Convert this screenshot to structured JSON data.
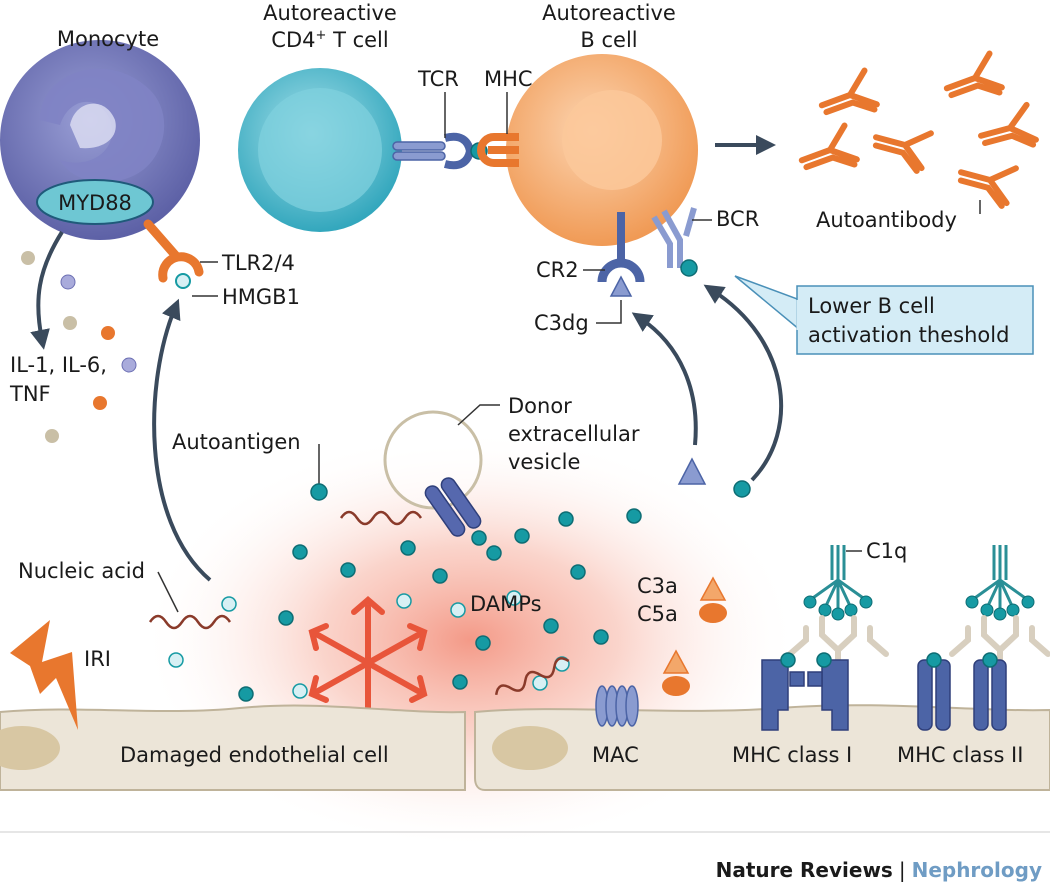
{
  "figure": {
    "cells": {
      "monocyte": "Monocyte",
      "t_cell_line1": "Autoreactive",
      "t_cell_line2": "CD4",
      "t_cell_sup": "+",
      "t_cell_line2_rest": " T cell",
      "b_cell_line1": "Autoreactive",
      "b_cell_line2": "B cell",
      "myd88": "MYD88"
    },
    "receptors": {
      "tcr": "TCR",
      "mhc": "MHC",
      "bcr": "BCR",
      "cr2": "CR2",
      "c3dg": "C3dg",
      "tlr": "TLR2/4",
      "hmgb1": "HMGB1"
    },
    "cytokines": {
      "line1": "IL-1, IL-6,",
      "line2": "TNF"
    },
    "autoantibody": "Autoantibody",
    "callout": {
      "line1": "Lower B cell",
      "line2": "activation theshold"
    },
    "lower": {
      "autoantigen": "Autoantigen",
      "donor_line1": "Donor",
      "donor_line2": "extracellular",
      "donor_line3": "vesicle",
      "nucleic_acid": "Nucleic acid",
      "damps": "DAMPs",
      "c3a": "C3a",
      "c5a": "C5a",
      "c1q": "C1q",
      "iri": "IRI",
      "damaged_cell": "Damaged endothelial cell",
      "mac": "MAC",
      "mhc1": "MHC class I",
      "mhc2": "MHC class II"
    },
    "footer": {
      "journal": "Nature Reviews",
      "separator": "|",
      "section": "Nephrology"
    },
    "colors": {
      "monocyte": "#6c6fb3",
      "t_cell": "#3cb1c6",
      "b_cell": "#f3a76a",
      "antibody": "#e8772e",
      "teal_dot": "#169aa3",
      "receptor_blue": "#4c64a6",
      "callout_fill": "#d4ecf6",
      "damp_glow": "#f0846a",
      "endothelium": "#ece5d8",
      "footer_accent": "#6f9cc4"
    }
  }
}
